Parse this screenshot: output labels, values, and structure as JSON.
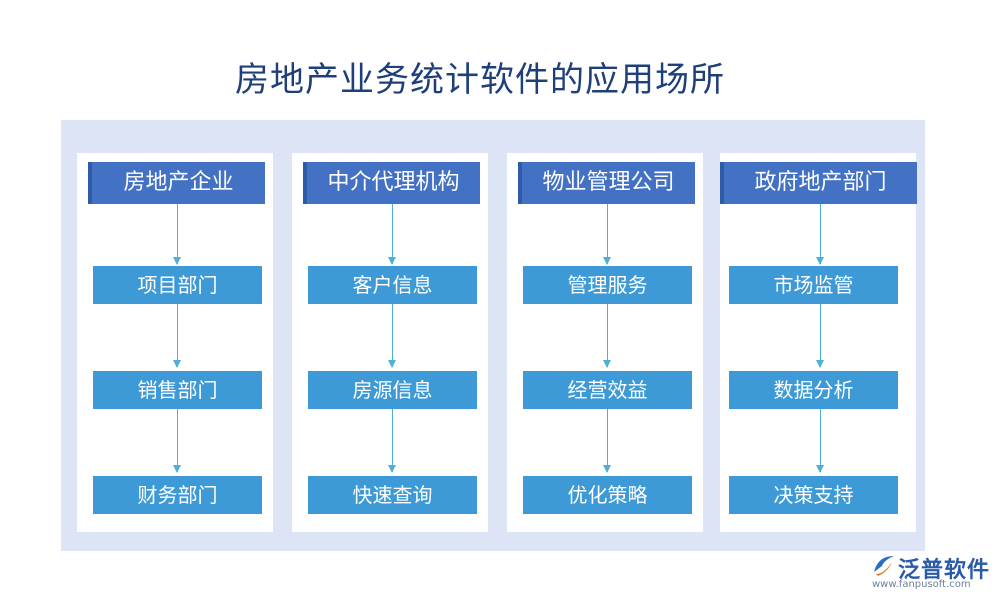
{
  "title": "房地产业务统计软件的应用场所",
  "columns": [
    {
      "header": "房地产企业",
      "nodes": [
        "项目部门",
        "销售部门",
        "财务部门"
      ]
    },
    {
      "header": "中介代理机构",
      "nodes": [
        "客户信息",
        "房源信息",
        "快速查询"
      ]
    },
    {
      "header": "物业管理公司",
      "nodes": [
        "管理服务",
        "经营效益",
        "优化策略"
      ]
    },
    {
      "header": "政府地产部门",
      "nodes": [
        "市场监管",
        "数据分析",
        "决策支持"
      ]
    }
  ],
  "logo": {
    "name": "泛普软件",
    "url": "www.fanpusoft.com",
    "icon": "fanpu-logo-icon"
  },
  "colors": {
    "header": "#4372c4",
    "node": "#3d9ad6",
    "panel": "#dce4f5",
    "arrow": "#4fb0d6",
    "title": "#1f3f7a"
  }
}
